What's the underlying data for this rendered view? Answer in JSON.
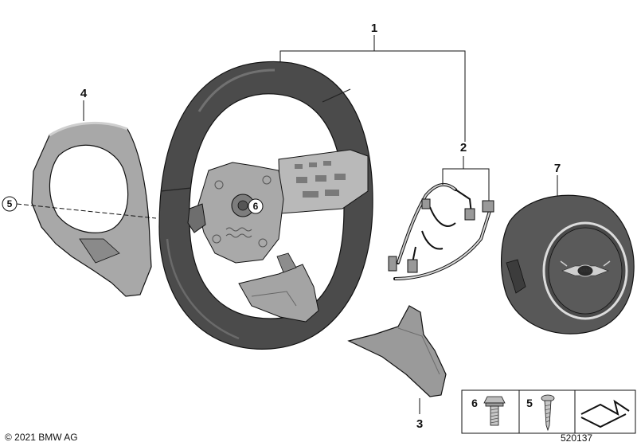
{
  "callouts": {
    "c1": "1",
    "c2": "2",
    "c3": "3",
    "c4": "4",
    "c5": "5",
    "c6": "6",
    "c7": "7"
  },
  "legend": {
    "box6_num": "6",
    "box5_num": "5"
  },
  "logo_text": "MINI",
  "footer": {
    "copyright": "© 2021 BMW AG",
    "drawing_number": "520137"
  },
  "colors": {
    "wheel_rim": "#4a4a4a",
    "trim_grey": "#9a9a9a",
    "airbag": "#585858",
    "line": "#111111"
  }
}
